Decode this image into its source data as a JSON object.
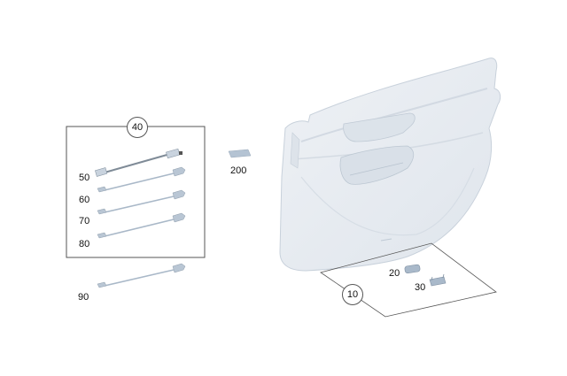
{
  "diagram": {
    "type": "parts-exploded-view",
    "subject": "door trim panel",
    "colors": {
      "part_fill": "#e6ebf1",
      "part_shade": "#c9d2dd",
      "part_edge": "#b3bfcc",
      "connector": "#a9b8c8",
      "line": "#555555"
    },
    "groups": [
      {
        "id": "40",
        "label": "40",
        "kind": "boxed-group",
        "items": [
          {
            "id": "50",
            "label": "50",
            "part": "cable-harness-dark"
          },
          {
            "id": "60",
            "label": "60",
            "part": "cable-harness"
          },
          {
            "id": "70",
            "label": "70",
            "part": "cable-harness"
          },
          {
            "id": "80",
            "label": "80",
            "part": "cable-harness"
          }
        ]
      },
      {
        "id": "10",
        "label": "10",
        "kind": "plane-group",
        "items": [
          {
            "id": "20",
            "label": "20",
            "part": "clip"
          },
          {
            "id": "30",
            "label": "30",
            "part": "clip"
          }
        ]
      }
    ],
    "standalone": [
      {
        "id": "90",
        "label": "90",
        "part": "cable-harness"
      },
      {
        "id": "200",
        "label": "200",
        "part": "pad"
      }
    ]
  }
}
